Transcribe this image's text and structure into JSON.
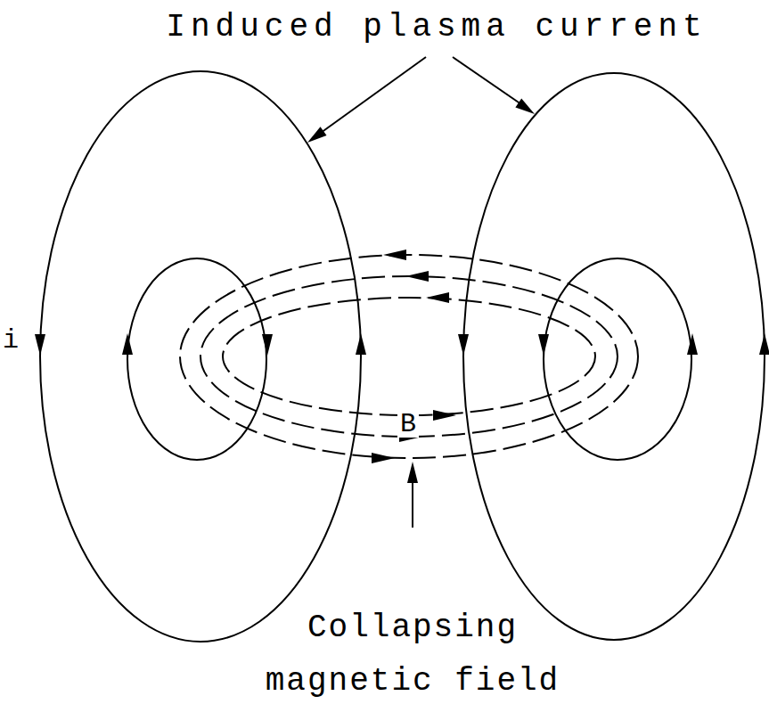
{
  "diagram": {
    "labels": [
      "Induced plasma current",
      "i",
      "B",
      "Collapsing magnetic field"
    ]
  }
}
